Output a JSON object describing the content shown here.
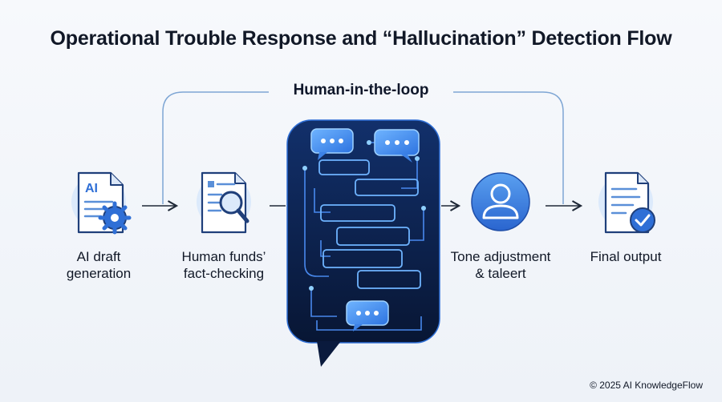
{
  "title": "Operational Trouble Response and “Hallucination” Detection Flow",
  "loop_label": "Human-in-the-loop",
  "steps": [
    {
      "line1": "AI draft",
      "line2": "generation",
      "icon": "ai-document-gear-icon"
    },
    {
      "line1": "Human funds’",
      "line2": "fact-checking",
      "icon": "document-magnifier-icon"
    },
    {
      "line1": "Tone adjustment",
      "line2": "& taleert",
      "icon": "user-avatar-icon"
    },
    {
      "line1": "Final output",
      "line2": "",
      "icon": "document-check-icon"
    }
  ],
  "doc_badge": "AI",
  "center_panel_icon": "chat-flow-panel",
  "copyright": "© 2025 AI KnowledgeFlow",
  "colors": {
    "accent": "#2f6fd6",
    "accent_light": "#5aa0f0",
    "panel_dark": "#0c1f4a",
    "line": "#7ea6d4"
  }
}
